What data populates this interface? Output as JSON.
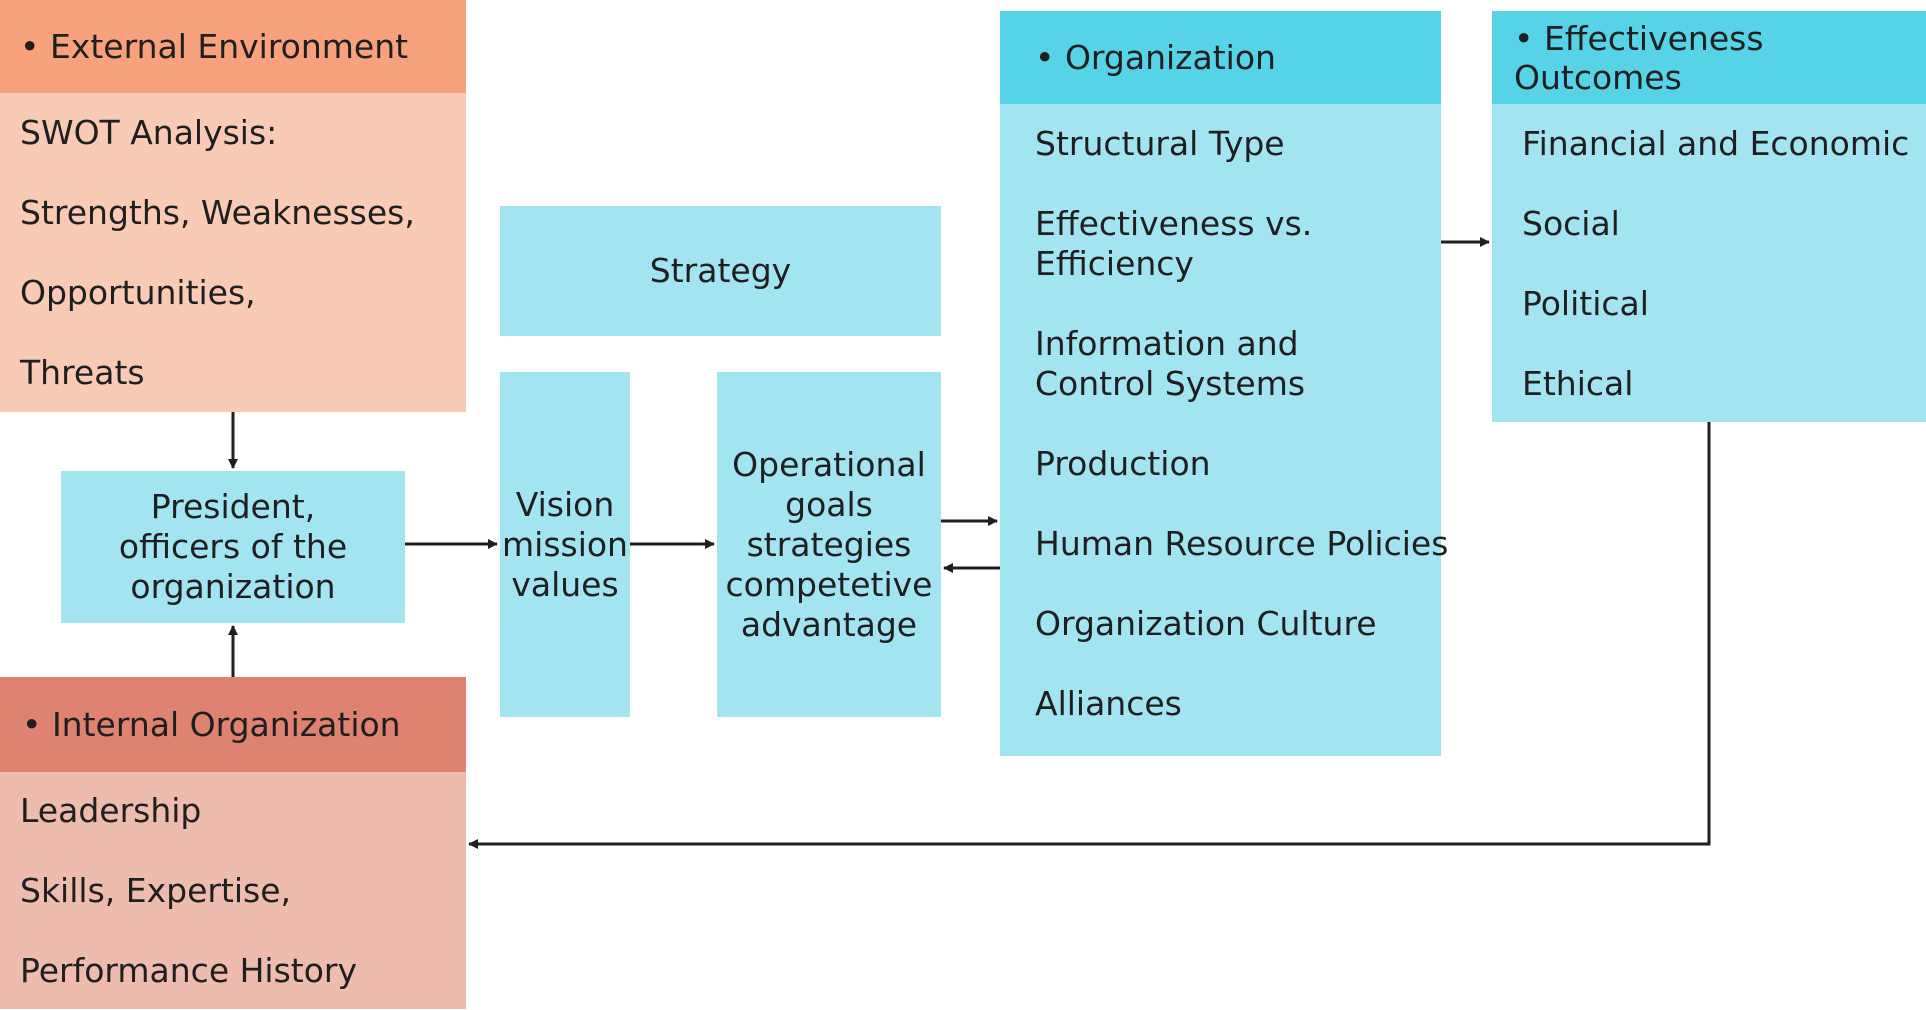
{
  "colors": {
    "external_header": "#F7A27D",
    "external_body": "#F9CAB5",
    "internal_header": "#E08272",
    "internal_body": "#EEBBAF",
    "accent_header": "#56D3E6",
    "light_box": "#A2E5F0",
    "line": "#1f1f1f"
  },
  "external": {
    "title": "• External Environment",
    "items": [
      "SWOT Analysis:",
      "Strengths, Weaknesses,",
      "Opportunities,",
      "Threats"
    ]
  },
  "internal": {
    "title": "• Internal Organization",
    "items": [
      "Leadership",
      "Skills, Expertise,",
      "Performance History"
    ]
  },
  "president": {
    "lines": [
      "President,",
      "officers of the",
      "organization"
    ]
  },
  "strategy": {
    "label": "Strategy"
  },
  "vision": {
    "lines": [
      "Vision",
      "mission",
      "values"
    ]
  },
  "operational": {
    "lines": [
      "Operational",
      "goals",
      "strategies",
      "competetive",
      "advantage"
    ]
  },
  "organization": {
    "title": "• Organization",
    "items": [
      [
        "Structural Type"
      ],
      [
        "Effectiveness vs.",
        "Efficiency"
      ],
      [
        "Information and",
        "Control Systems"
      ],
      [
        "Production"
      ],
      [
        "Human Resource Policies"
      ],
      [
        "Organization Culture"
      ],
      [
        "Alliances"
      ]
    ]
  },
  "outcomes": {
    "title": "• Effectiveness Outcomes",
    "items": [
      "Financial and Economic",
      "Social",
      "Political",
      "Ethical"
    ]
  }
}
